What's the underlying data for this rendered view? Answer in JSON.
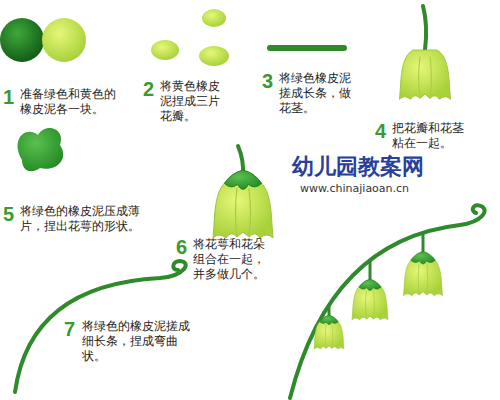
{
  "diagram": {
    "labels": [
      "1",
      "准备绿色和黄色的橡皮泥各一块。",
      "2",
      "将黄色橡皮泥捏成三片花瓣。",
      "3",
      "将绿色橡皮泥搓成长条，做花茎。",
      "4",
      "把花瓣和花茎粘在一起。",
      "幼儿园教案网",
      "www.chinajiaoan.cn",
      "5",
      "将绿色的橡皮泥压成薄片，捏出花萼的形状。",
      "6",
      "将花萼和花朵组合在一起，并多做几个。",
      "7",
      "将绿色的橡皮泥搓成细长条，捏成弯曲状。"
    ]
  }
}
